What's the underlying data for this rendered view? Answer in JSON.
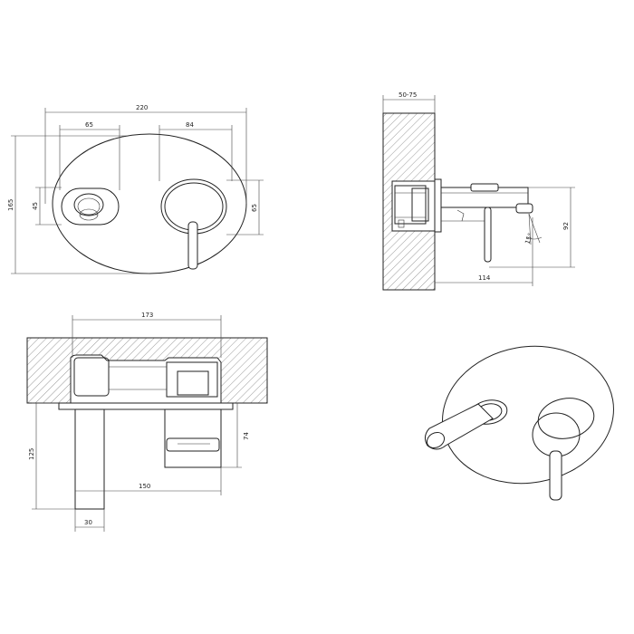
{
  "front_view": {
    "width": "220",
    "spout_offset": "65",
    "handle_offset": "84",
    "height": "165",
    "spout_height": "45",
    "handle_height": "65"
  },
  "side_view": {
    "wall_depth": "50-75",
    "projection": "114",
    "height": "92",
    "angle": "15°"
  },
  "top_view": {
    "centers": "173",
    "spout_drop": "125",
    "handle_depth": "74",
    "length": "150",
    "spout_width": "30"
  }
}
